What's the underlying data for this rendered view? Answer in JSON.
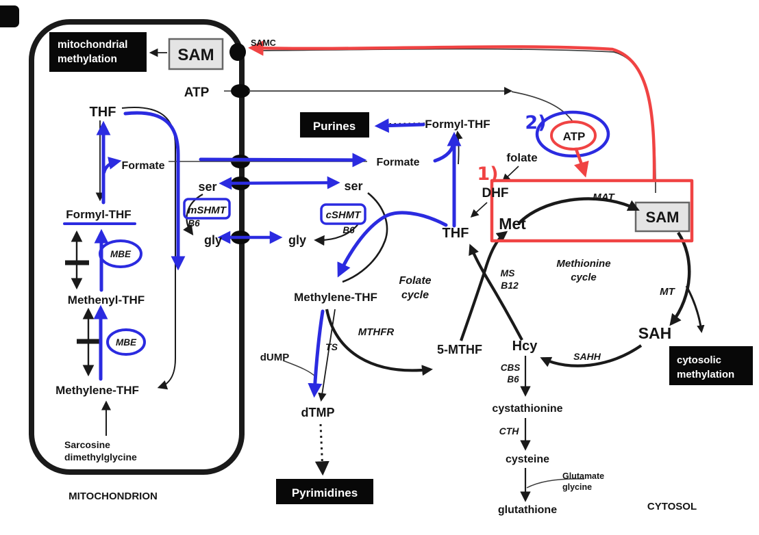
{
  "mito": {
    "methylation_line1": "mitochondrial",
    "methylation_line2": "methylation",
    "sam": "SAM",
    "samc": "SAMC",
    "atp": "ATP",
    "thf": "THF",
    "formate": "Formate",
    "ser": "ser",
    "shmt": "mSHMT",
    "shmt_b6": "B6",
    "gly": "gly",
    "formyl_thf": "Formyl-THF",
    "mbe_upper": "MBE",
    "methenyl_thf": "Methenyl-THF",
    "mbe_lower": "MBE",
    "methylene_thf": "Methylene-THF",
    "sarcosine_line1": "Sarcosine",
    "sarcosine_line2": "dimethylglycine",
    "compartment": "MITOCHONDRION"
  },
  "cyto": {
    "purines": "Purines",
    "formyl_thf": "Formyl-THF",
    "formate": "Formate",
    "ser": "ser",
    "shmt": "cSHMT",
    "shmt_b6": "B6",
    "gly": "gly",
    "methylene_thf": "Methylene-THF",
    "folate_cycle_line1": "Folate",
    "folate_cycle_line2": "cycle",
    "mthfr": "MTHFR",
    "ts": "TS",
    "dump": "dUMP",
    "dtmp": "dTMP",
    "pyrimidines": "Pyrimidines",
    "five_mthf": "5-MTHF",
    "thf": "THF",
    "dhf": "DHF",
    "folate": "folate",
    "met": "Met",
    "ms": "MS",
    "b12": "B12",
    "methionine_cycle_line1": "Methionine",
    "methionine_cycle_line2": "cycle",
    "mat": "MAT",
    "sam": "SAM",
    "mt": "MT",
    "sah": "SAH",
    "sahh": "SAHH",
    "hcy": "Hcy",
    "cbs": "CBS",
    "cbs_b6": "B6",
    "cystathionine": "cystathionine",
    "cth": "CTH",
    "cysteine": "cysteine",
    "glutamate": "Glutamate",
    "glycine": "glycine",
    "glutathione": "glutathione",
    "methylation_line1": "cytosolic",
    "methylation_line2": "methylation",
    "compartment": "CYTOSOL"
  },
  "annotations": {
    "note_1": "1)",
    "note_2": "2)",
    "circled_atp": "ATP",
    "colors": {
      "ink_blue": "#2B2BE0",
      "ink_red": "#F04343"
    }
  }
}
